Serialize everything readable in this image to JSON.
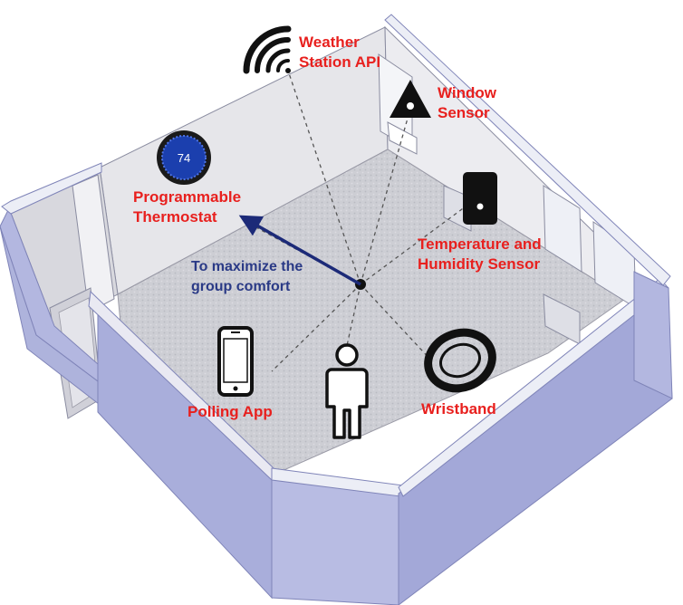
{
  "labels": {
    "weather_line1": "Weather",
    "weather_line2": "Station API",
    "window_line1": "Window",
    "window_line2": "Sensor",
    "thermostat_line1": "Programmable",
    "thermostat_line2": "Thermostat",
    "temp_line1": "Temperature and",
    "temp_line2": "Humidity Sensor",
    "goal_line1": "To maximize the",
    "goal_line2": "group comfort",
    "polling": "Polling App",
    "wristband": "Wristband",
    "thermostat_display": "74"
  },
  "colors": {
    "label_red": "#e8201e",
    "arrow_blue": "#1c2a78",
    "wall_blue": "#a9aedb",
    "wall_light": "#e2e3ee",
    "floor": "#c9c9cf"
  },
  "icons": [
    "wifi-icon",
    "triangle-sensor-icon",
    "thermostat-icon",
    "temperature-sensor-icon",
    "phone-icon",
    "person-icon",
    "wristband-icon"
  ]
}
